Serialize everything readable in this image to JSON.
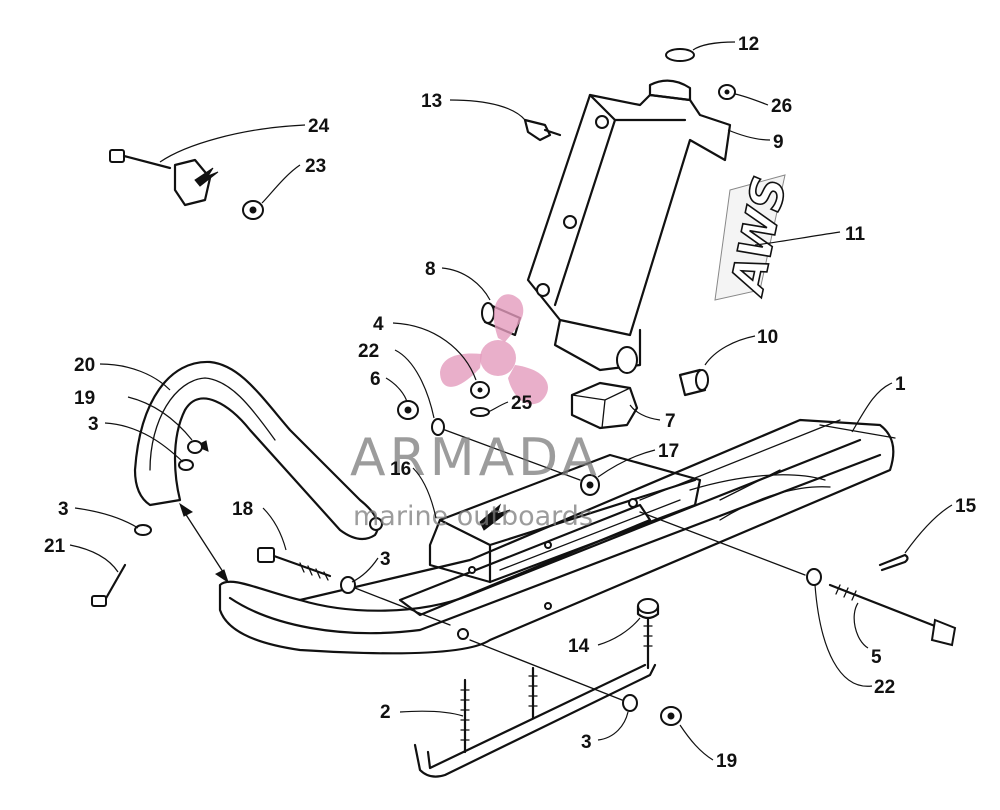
{
  "watermark": {
    "brand": "ARMADA",
    "tagline": "marine outboards",
    "brand_color": "#e49bbd",
    "text_color": "#7b7b7b",
    "logo_icon": "propeller-icon"
  },
  "decal_text": "AWS",
  "callouts": [
    {
      "id": "c1",
      "label": "1"
    },
    {
      "id": "c2",
      "label": "2"
    },
    {
      "id": "c3a",
      "label": "3"
    },
    {
      "id": "c3b",
      "label": "3"
    },
    {
      "id": "c3c",
      "label": "3"
    },
    {
      "id": "c3d",
      "label": "3"
    },
    {
      "id": "c4",
      "label": "4"
    },
    {
      "id": "c5",
      "label": "5"
    },
    {
      "id": "c6",
      "label": "6"
    },
    {
      "id": "c7",
      "label": "7"
    },
    {
      "id": "c8",
      "label": "8"
    },
    {
      "id": "c9",
      "label": "9"
    },
    {
      "id": "c10",
      "label": "10"
    },
    {
      "id": "c11",
      "label": "11"
    },
    {
      "id": "c12",
      "label": "12"
    },
    {
      "id": "c13",
      "label": "13"
    },
    {
      "id": "c14",
      "label": "14"
    },
    {
      "id": "c15",
      "label": "15"
    },
    {
      "id": "c16",
      "label": "16"
    },
    {
      "id": "c17",
      "label": "17"
    },
    {
      "id": "c18",
      "label": "18"
    },
    {
      "id": "c19a",
      "label": "19"
    },
    {
      "id": "c19b",
      "label": "19"
    },
    {
      "id": "c20",
      "label": "20"
    },
    {
      "id": "c21",
      "label": "21"
    },
    {
      "id": "c22a",
      "label": "22"
    },
    {
      "id": "c22b",
      "label": "22"
    },
    {
      "id": "c23",
      "label": "23"
    },
    {
      "id": "c24",
      "label": "24"
    },
    {
      "id": "c25",
      "label": "25"
    },
    {
      "id": "c26",
      "label": "26"
    }
  ]
}
